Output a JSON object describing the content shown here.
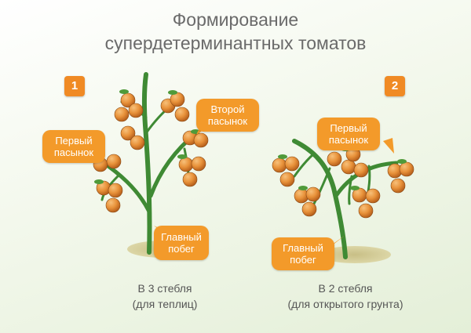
{
  "title": {
    "line1": "Формирование",
    "line2": "супердетерминантных томатов"
  },
  "variants": [
    {
      "number": "1",
      "labels": {
        "first_shoot": "Первый пасынок",
        "second_shoot": "Второй пасынок",
        "main_stem": "Главный побег"
      },
      "caption": {
        "line1": "В 3 стебля",
        "line2": "(для теплиц)"
      }
    },
    {
      "number": "2",
      "labels": {
        "first_shoot": "Первый пасынок",
        "main_stem": "Главный побег"
      },
      "caption": {
        "line1": "В 2 стебля",
        "line2": "(для открытого грунта)"
      }
    }
  ],
  "colors": {
    "accent": "#f39a2a",
    "badge": "#f08a24",
    "stem": "#3f8a34",
    "fruit": "#e8923a",
    "soil": "#c9c08a"
  }
}
